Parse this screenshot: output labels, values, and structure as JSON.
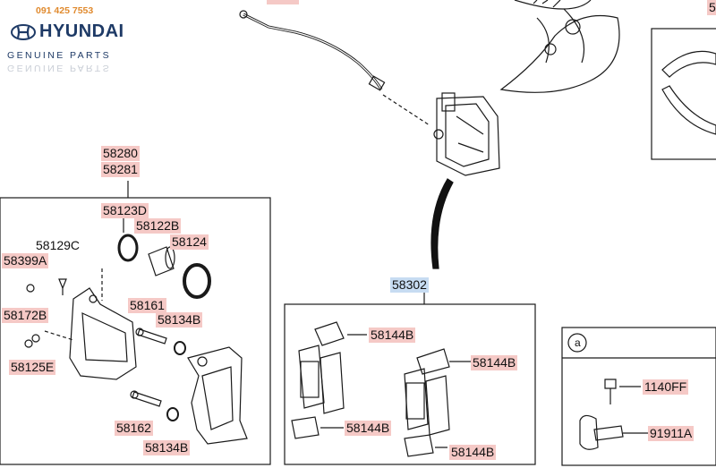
{
  "header": {
    "phone": "091 425 7553",
    "brand": "HYUNDAI",
    "tagline": "GENUINE PARTS"
  },
  "labels": {
    "p58280": "58280",
    "p58281": "58281",
    "p58123D": "58123D",
    "p58122B": "58122B",
    "p58124": "58124",
    "p58129C": "58129C",
    "p58399A": "58399A",
    "p58172B": "58172B",
    "p58125E": "58125E",
    "p58161": "58161",
    "p58134B_a": "58134B",
    "p58162": "58162",
    "p58134B_b": "58134B",
    "p58302": "58302",
    "p58144B_1": "58144B",
    "p58144B_2": "58144B",
    "p58144B_3": "58144B",
    "p58144B_4": "58144B",
    "inset_a": "a",
    "p1140FF": "1140FF",
    "p91911A": "91911A",
    "p5_cut": "5"
  },
  "colors": {
    "highlight": "#f5c9c6",
    "highlight_selected": "#c7dcf2",
    "line": "#1a1a1a",
    "brand_blue": "#1e3a66",
    "phone_orange": "#e08a2e"
  }
}
